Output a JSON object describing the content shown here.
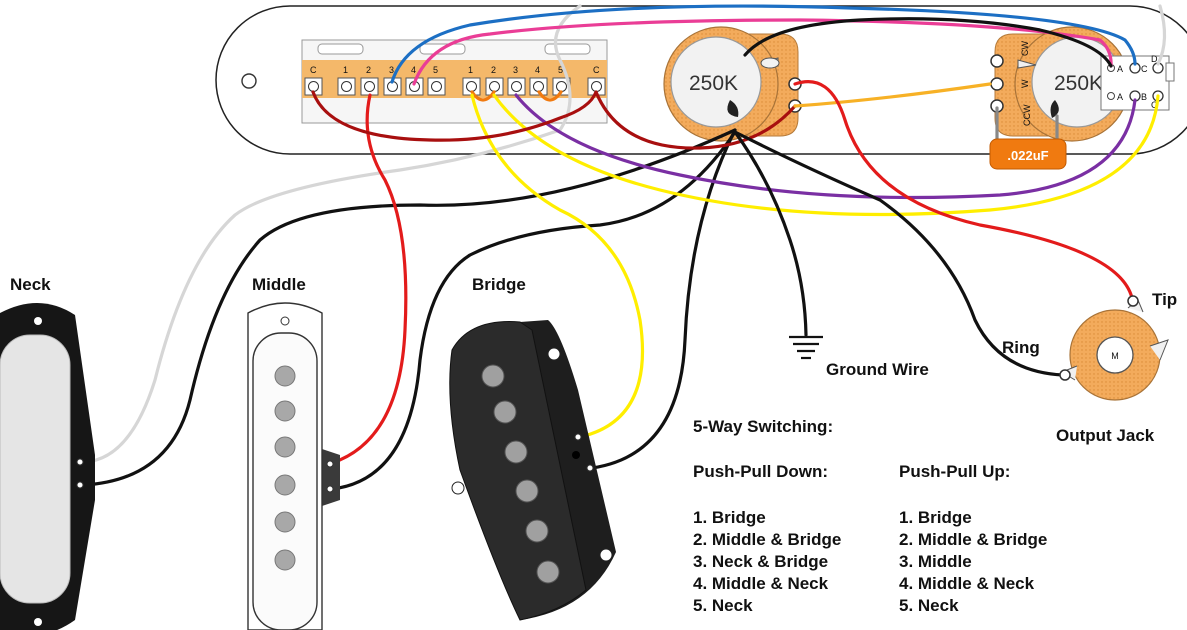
{
  "pickups": {
    "neck": "Neck",
    "middle": "Middle",
    "bridge": "Bridge"
  },
  "switch": {
    "left_lugs": [
      "C",
      "1",
      "2",
      "3",
      "4",
      "5"
    ],
    "right_lugs": [
      "1",
      "2",
      "3",
      "4",
      "5",
      "C"
    ]
  },
  "pots": {
    "volume": "250K",
    "tone": "250K"
  },
  "capacitor": ".022uF",
  "push_pull_lugs": [
    "A",
    "C",
    "D",
    "A",
    "B",
    "C"
  ],
  "tone_lugs": [
    "CW",
    "W",
    "CCW"
  ],
  "ground": "Ground Wire",
  "jack": {
    "tip": "Tip",
    "ring": "Ring",
    "title": "Output Jack",
    "m_mark": "M"
  },
  "switching": {
    "title": "5-Way Switching:",
    "down_title": "Push-Pull Down:",
    "up_title": "Push-Pull Up:",
    "down": [
      "1. Bridge",
      "2. Middle & Bridge",
      "3. Neck & Bridge",
      "4. Middle & Neck",
      "5. Neck"
    ],
    "up": [
      "1. Bridge",
      "2. Middle & Bridge",
      "3. Middle",
      "4. Middle & Neck",
      "5. Neck"
    ]
  },
  "colors": {
    "red": "#e31b1b",
    "dark_red": "#a80f0f",
    "yellow": "#ffee00",
    "purple": "#7a2fa3",
    "blue": "#1c6fc4",
    "pink": "#ea3d96",
    "orange": "#f07a10",
    "white_wire": "#d9d9d9",
    "black": "#111111",
    "copper": "#f0a854"
  }
}
